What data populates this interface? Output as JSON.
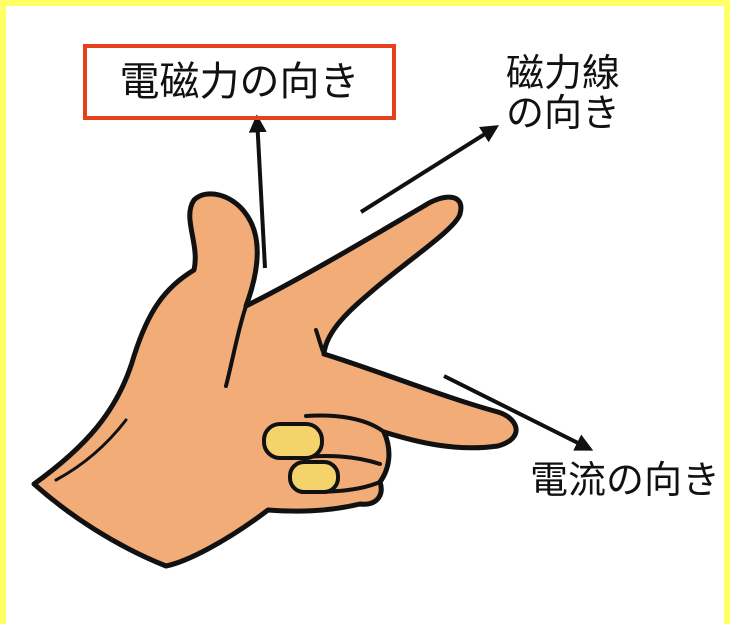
{
  "labels": {
    "force_direction": "電磁力の向き",
    "field_direction_line1": "磁力線",
    "field_direction_line2": "の向き",
    "current_direction": "電流の向き"
  },
  "colors": {
    "frame": "#ffff66",
    "label_box_border": "#e8401c",
    "skin": "#f1ac78",
    "fingernail": "#f4d36b",
    "outline": "#111111"
  }
}
